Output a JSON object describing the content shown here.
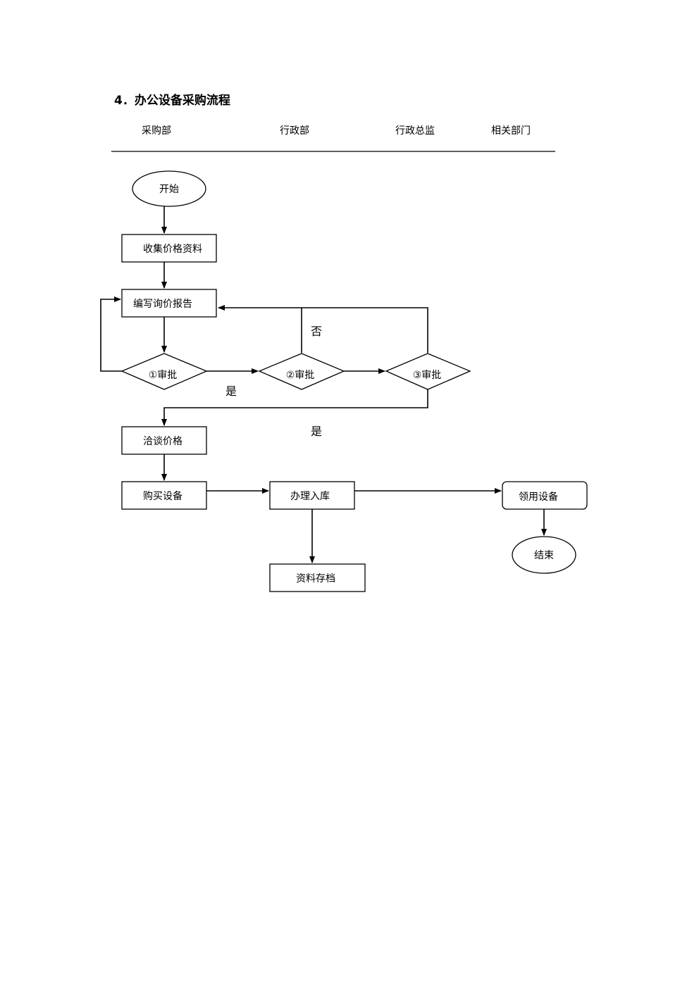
{
  "title": "4．办公设备采购流程",
  "columns": [
    "采购部",
    "行政部",
    "行政总监",
    "相关部门"
  ],
  "nodes": {
    "start": "开始",
    "collect": "收集价格资料",
    "write_report": "编写询价报告",
    "approve1": "①审批",
    "approve2": "②审批",
    "approve3": "③审批",
    "negotiate": "洽谈价格",
    "purchase": "购买设备",
    "storage": "办理入库",
    "receive": "领用设备",
    "end": "结束",
    "archive": "资料存档"
  },
  "edge_labels": {
    "no": "否",
    "yes_1": "是",
    "yes_2": "是"
  }
}
